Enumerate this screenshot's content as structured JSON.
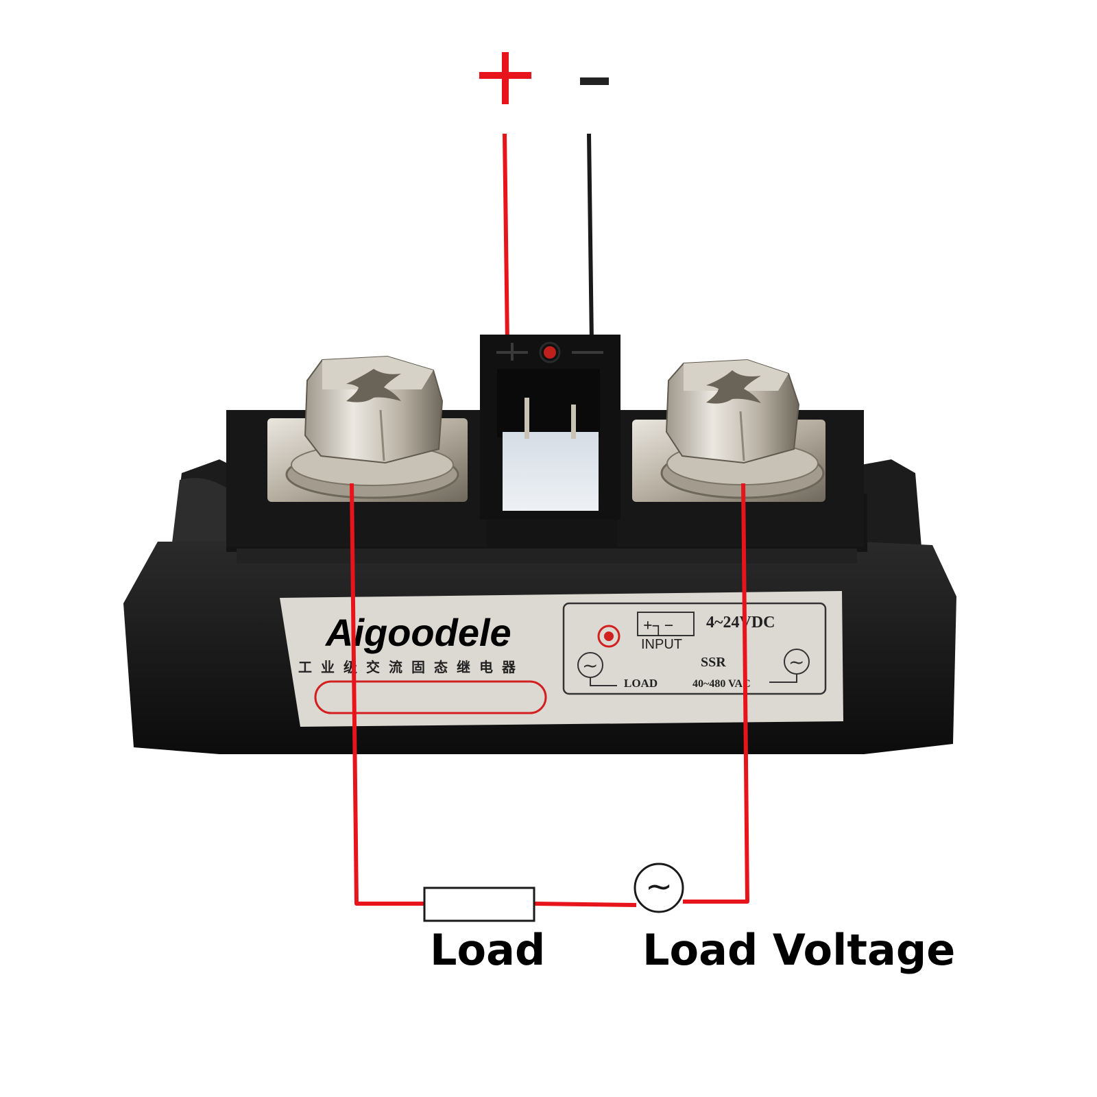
{
  "polarity": {
    "plus": "+",
    "minus": "-"
  },
  "label_plate": {
    "brand": "Aigoodele",
    "chinese_line": "工业级交流固态继电器",
    "input_voltage": "4~24VDC",
    "input_label": "INPUT",
    "input_terminal_mark": "+┐−",
    "ssr": "SSR",
    "load_label": "LOAD",
    "output_voltage": "40~480 VAC",
    "ac_symbol": "~"
  },
  "circuit": {
    "load_label": "Load",
    "load_voltage_label": "Load Voltage",
    "ac_source_symbol": "~"
  },
  "colors": {
    "wire_red": "#e8141b",
    "wire_black": "#1a1a1a",
    "housing": "#151515",
    "plate": "#dcd9d2",
    "metal": "#b8b1a4",
    "led": "#c0201c"
  }
}
